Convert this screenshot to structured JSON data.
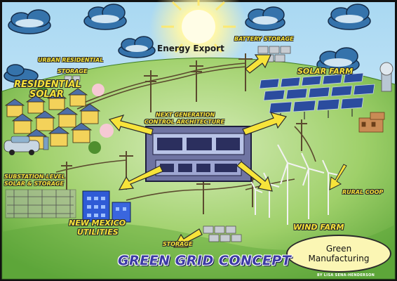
{
  "labels": {
    "energy_export": "Energy Export",
    "battery_storage": "BATTERY STORAGE",
    "urban_residential": "URBAN RESIDENTIAL",
    "storage_top": "STORAGE",
    "residential_solar_1": "RESIDENTIAL",
    "residential_solar_2": "SOLAR",
    "solar_farm": "SOLAR FARM",
    "control_1": "NEXT GENERATION",
    "control_2": "CONTROL ARCHITECTURE",
    "substation_1": "SUBSTATION-LEVEL",
    "substation_2": "SOLAR & STORAGE",
    "rural_coop": "RURAL COOP",
    "nm_utilities_1": "NEW MEXICO",
    "nm_utilities_2": "UTILITIES",
    "wind_farm": "WIND FARM",
    "storage_bottom": "STORAGE",
    "green_manufacturing_1": "Green",
    "green_manufacturing_2": "Manufacturing",
    "title": "GREEN GRID CONCEPT",
    "credit": "BY LISA SENA-HENDERSON"
  },
  "colors": {
    "label_yellow": "#f7e33a",
    "title_blue": "#3d3aa6",
    "sky": "#bfe3f5",
    "grass": "#7cbf4a",
    "border": "#111111"
  }
}
